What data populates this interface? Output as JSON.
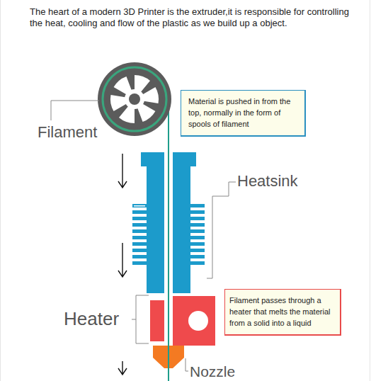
{
  "diagram": {
    "title": "The heart of a modern 3D Printer is the extruder,it is responsible for controlling the heat, cooling and flow of the plastic as we build up a object.",
    "nodes": [
      {
        "text": [
          "Material is pushed in from the top, normally in the form of spools of filament"
        ]
      },
      {
        "text": [
          "Filament passes through a heater that melts the material from a solid into a liquid"
        ]
      }
    ],
    "labels": [
      "Filament",
      "Heatsink",
      "Heater",
      "Nozzle"
    ]
  }
}
